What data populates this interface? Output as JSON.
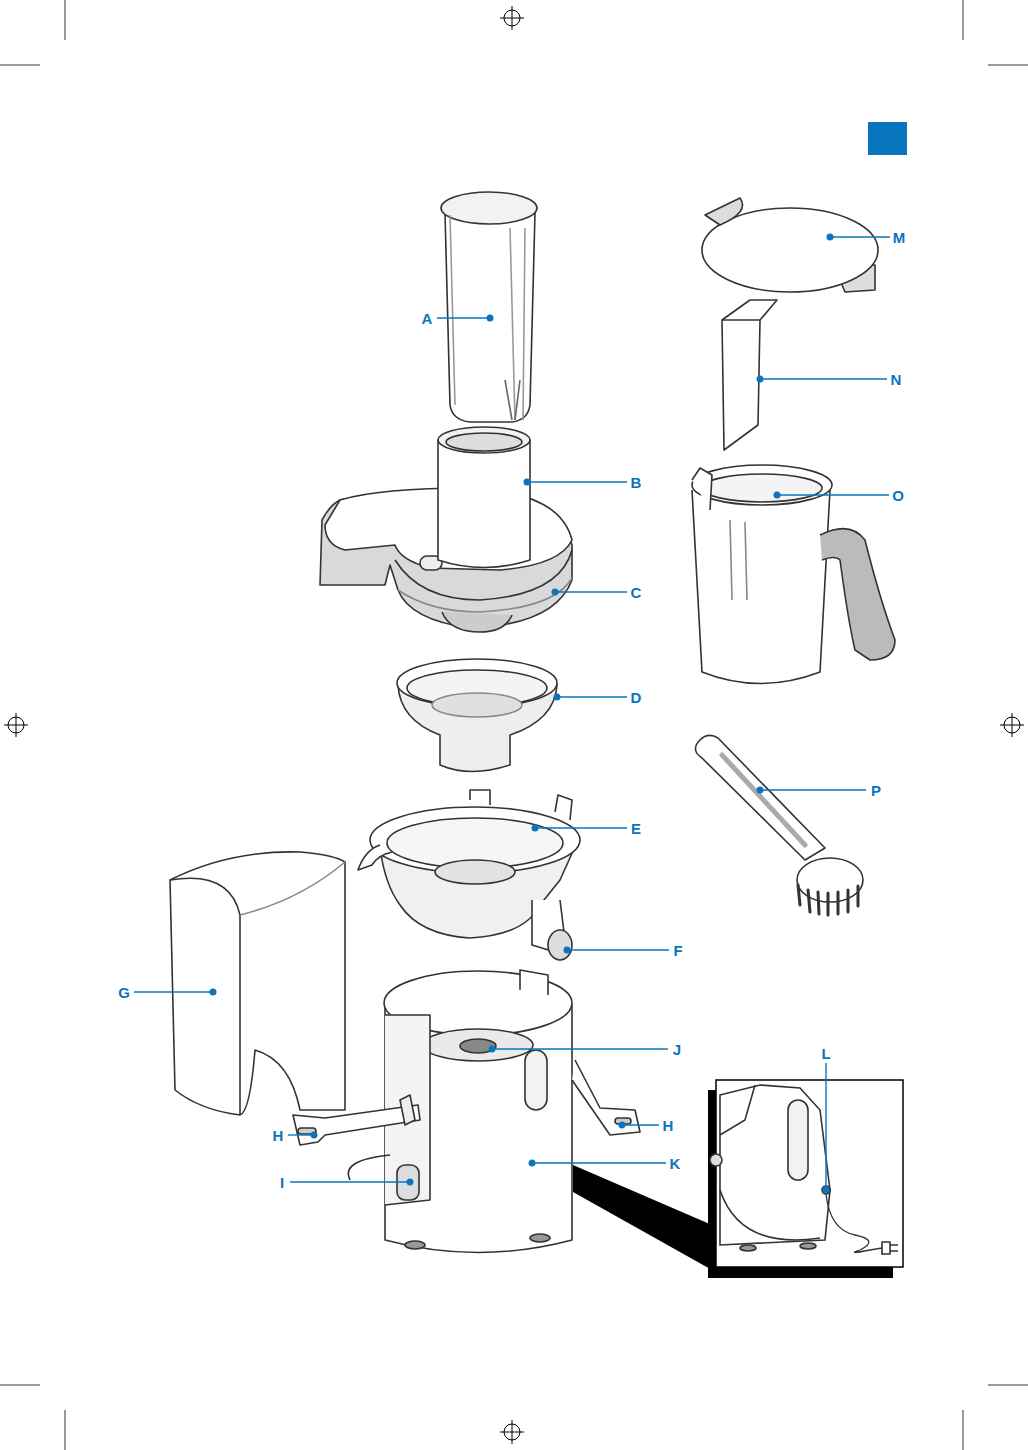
{
  "diagram": {
    "labels": [
      "A",
      "B",
      "C",
      "D",
      "E",
      "F",
      "G",
      "H",
      "H",
      "I",
      "J",
      "K",
      "L",
      "M",
      "N",
      "O",
      "P"
    ]
  }
}
